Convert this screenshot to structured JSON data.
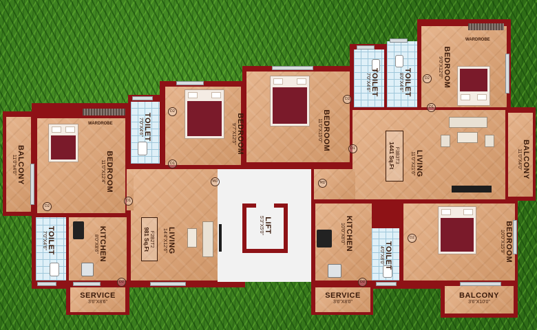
{
  "wardrobe_label": "WARDROBE",
  "left_unit": {
    "balcony": {
      "name": "BALCONY",
      "dims": "11'0\"x4'0\""
    },
    "bedroom1": {
      "name": "BEDROOM",
      "dims": "11'0\"X12'4\""
    },
    "toilet1": {
      "name": "TOILET",
      "dims": "7'0\"X4'6\""
    },
    "bedroom2": {
      "name": "BEDROOM",
      "dims": "9'7\"X12'5\""
    },
    "living": {
      "name": "LIVING",
      "dims": "14'4\"X12'6\""
    },
    "area": {
      "code": "F2B2T2",
      "sqft": "981 Sq.Ft"
    },
    "kitchen": {
      "name": "KITCHEN",
      "dims": "8'0\"X8'6\""
    },
    "toilet2": {
      "name": "TOILET",
      "dims": "7'0\"X4'6\""
    },
    "service": {
      "name": "SERVICE",
      "dims": "3'6\"X8'6\""
    }
  },
  "lift": {
    "name": "LIFT",
    "dims": "5'3\"X5'0\""
  },
  "right_unit": {
    "bedroom_mid": {
      "name": "BEDROOM",
      "dims": "11'0\"X15'0\""
    },
    "toilet_a": {
      "name": "TOILET",
      "dims": "7'0\"X4'6\""
    },
    "toilet_b": {
      "name": "TOILET",
      "dims": "8'0\"X4'6\""
    },
    "bedroom_top": {
      "name": "BEDROOM",
      "dims": "9'0\"X12'0\""
    },
    "living": {
      "name": "LIVING",
      "dims": "11'0\"X21'6\""
    },
    "area": {
      "code": "F3B3T3",
      "sqft": "1441 Sq.Ft"
    },
    "balcony_right": {
      "name": "BALCONY",
      "dims": "11'0\"X4'0\""
    },
    "kitchen": {
      "name": "KITCHEN",
      "dims": "10'0\"X8'0\""
    },
    "toilet_c": {
      "name": "TOILET",
      "dims": "4'0\"X8'0\""
    },
    "bedroom_bottom": {
      "name": "BEDROOM",
      "dims": "10'0\"X15'9\""
    },
    "service": {
      "name": "SERVICE",
      "dims": "3'6\"X8'0\""
    },
    "balcony_bottom": {
      "name": "BALCONY",
      "dims": "3'6\"X10'0\""
    }
  },
  "door_tags": {
    "d1": "D1",
    "d2": "D2",
    "md": "MD"
  }
}
